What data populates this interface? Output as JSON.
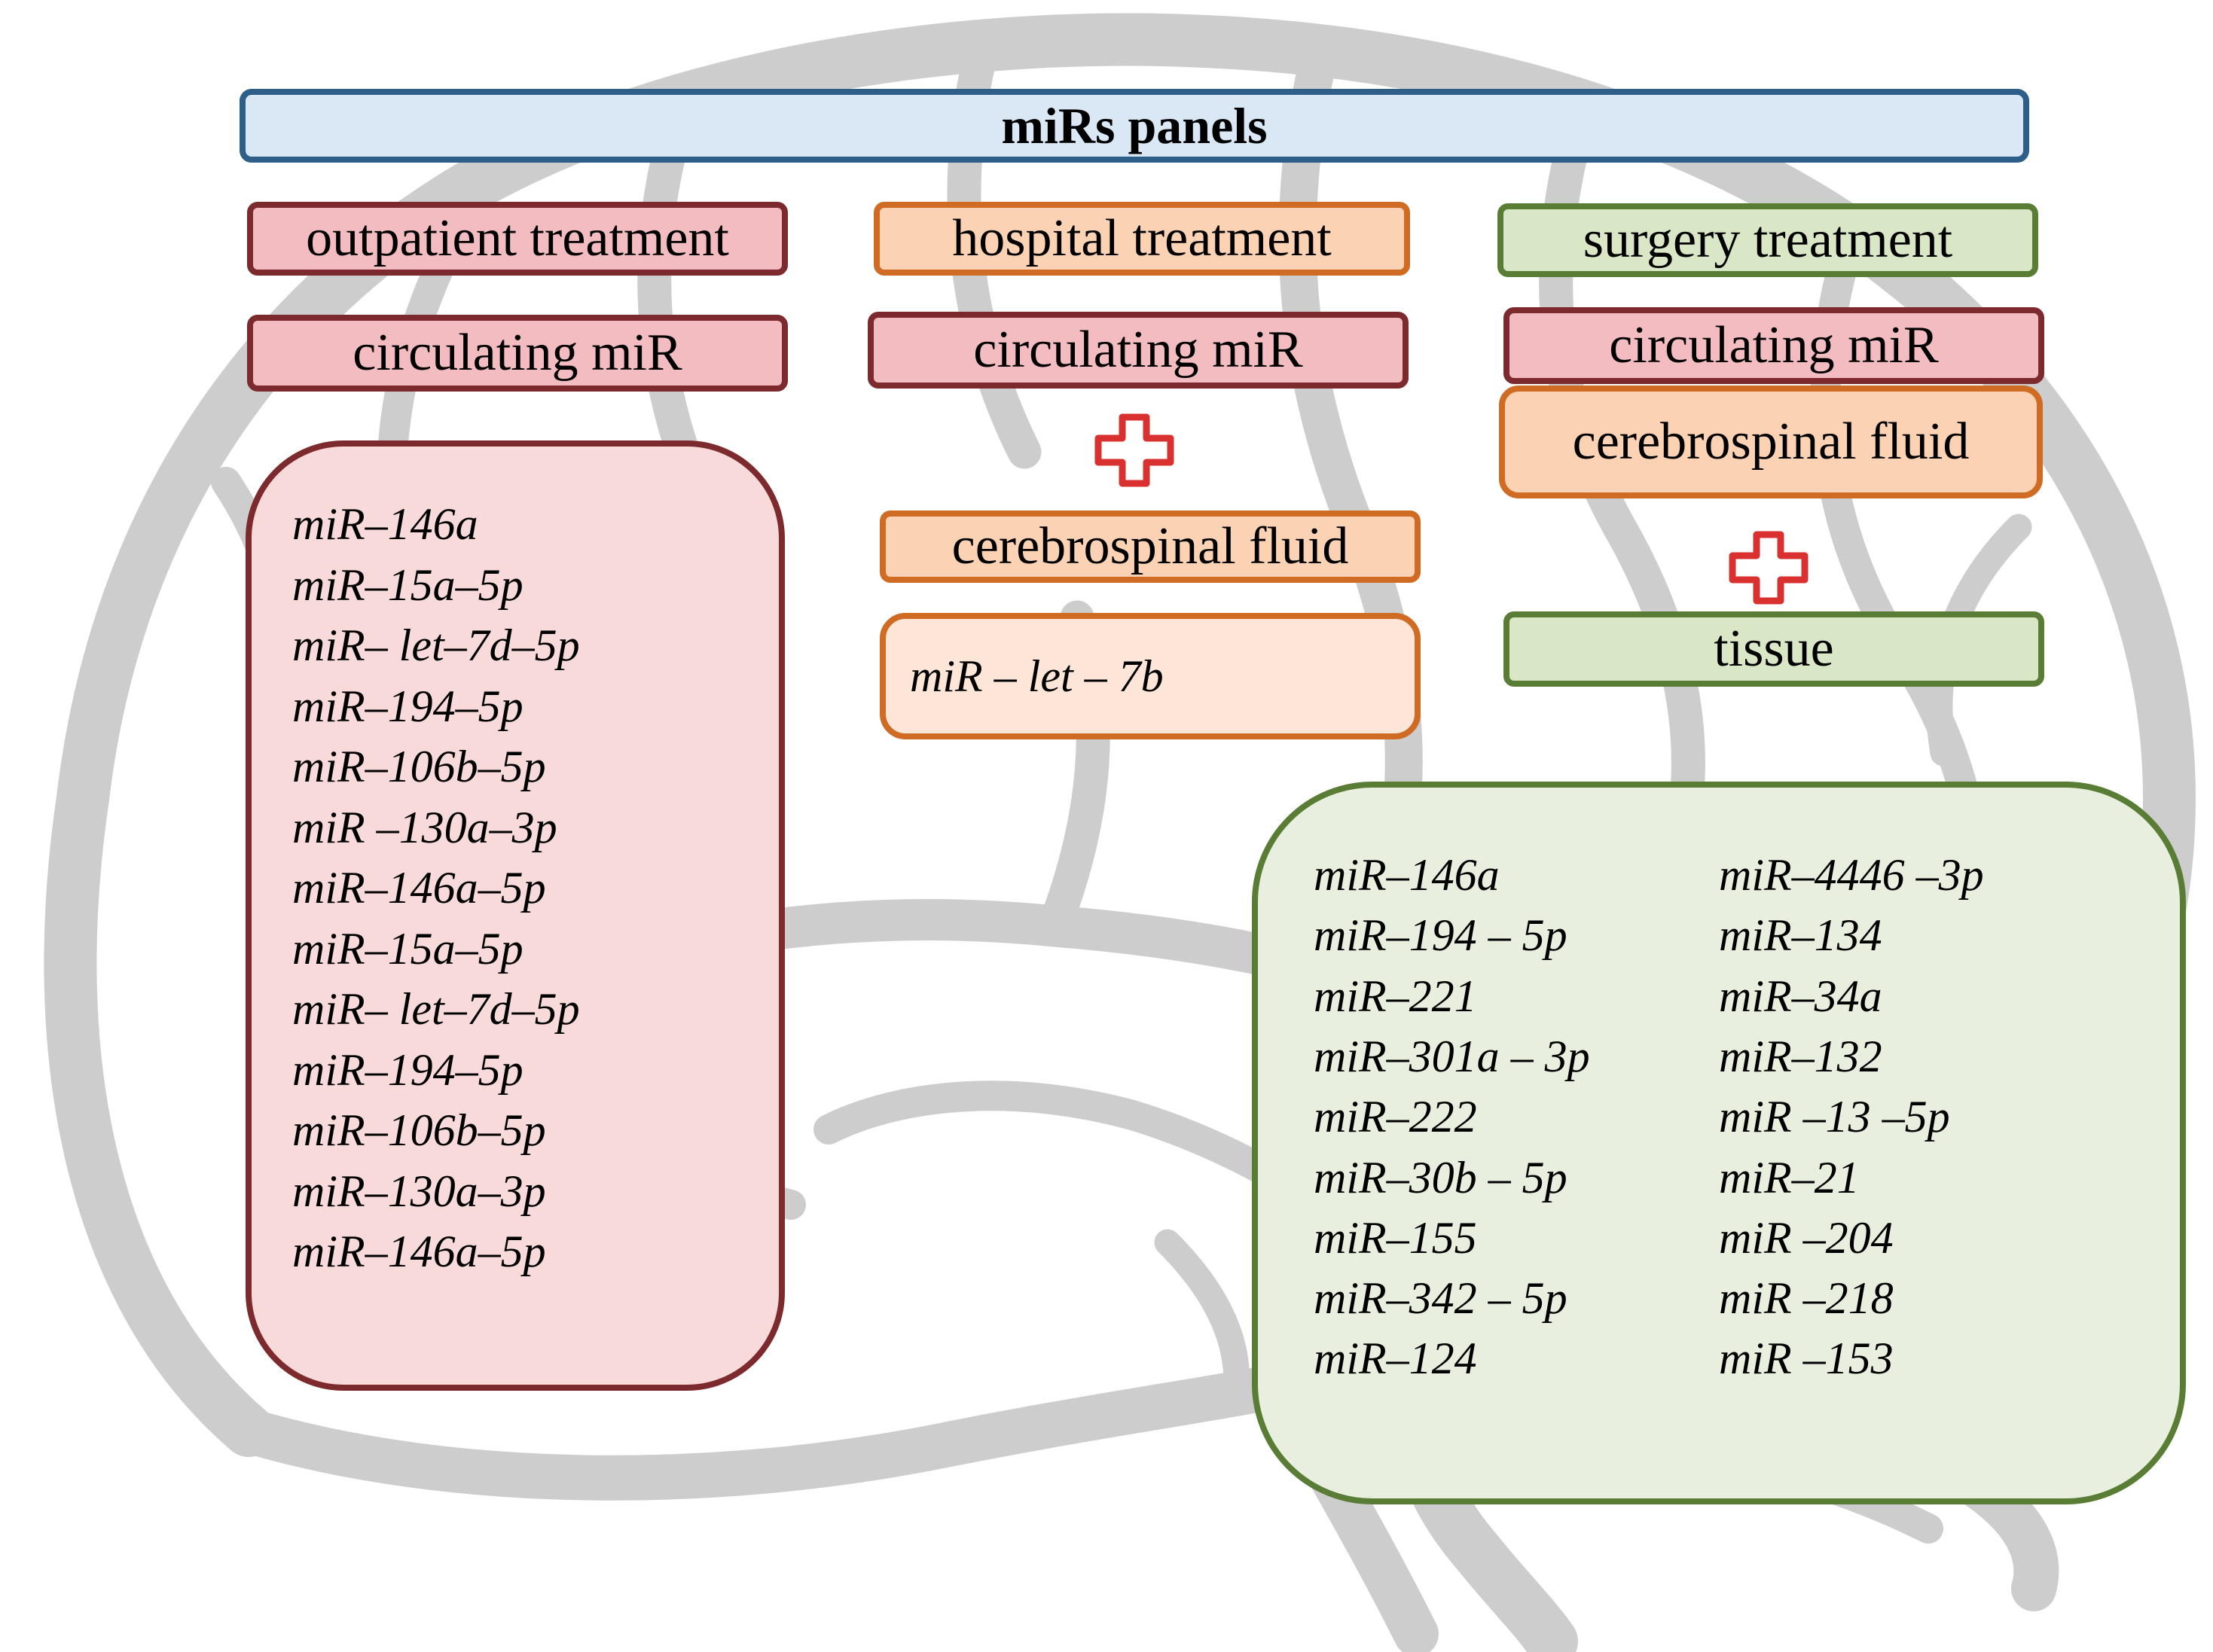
{
  "title": "miRs panels",
  "columns": {
    "outpatient": {
      "header": "outpatient treatment",
      "source": "circulating miR",
      "mirs": [
        "miR–146a",
        "miR–15a–5p",
        "miR– let–7d–5p",
        "miR–194–5p",
        "miR–106b–5p",
        "miR –130a–3p",
        "miR–146a–5p",
        "miR–15a–5p",
        "miR– let–7d–5p",
        "miR–194–5p",
        "miR–106b–5p",
        "miR–130a–3p",
        "miR–146a–5p"
      ]
    },
    "hospital": {
      "header": "hospital treatment",
      "source": "circulating miR",
      "source2": "cerebrospinal fluid",
      "mirs": [
        "miR – let – 7b"
      ]
    },
    "surgery": {
      "header": "surgery treatment",
      "source": "circulating miR",
      "source2": "cerebrospinal fluid",
      "source3": "tissue",
      "mirs_left": [
        "miR–146a",
        "miR–194 – 5p",
        "miR–221",
        "miR–301a – 3p",
        "miR–222",
        "miR–30b – 5p",
        "miR–155",
        "miR–342 – 5p",
        "miR–124"
      ],
      "mirs_right": [
        "miR–4446 –3p",
        "miR–134",
        "miR–34a",
        "miR–132",
        "miR –13 –5p",
        "miR–21",
        "miR –204",
        "miR –218",
        "miR –153"
      ]
    }
  },
  "colors": {
    "title_fill": "#dae8f6",
    "title_border": "#2e5f88",
    "red_fill": "#f3bcc0",
    "red_border": "#7d2a2e",
    "orange_fill": "#fbd2b4",
    "orange_border": "#cf6b22",
    "green_fill": "#d9e7c6",
    "green_border": "#5a7d36",
    "plus_icon": "#d9312f",
    "brain_background": "#cccccc"
  },
  "icons": [
    "brain-silhouette-background",
    "plus-icon"
  ]
}
